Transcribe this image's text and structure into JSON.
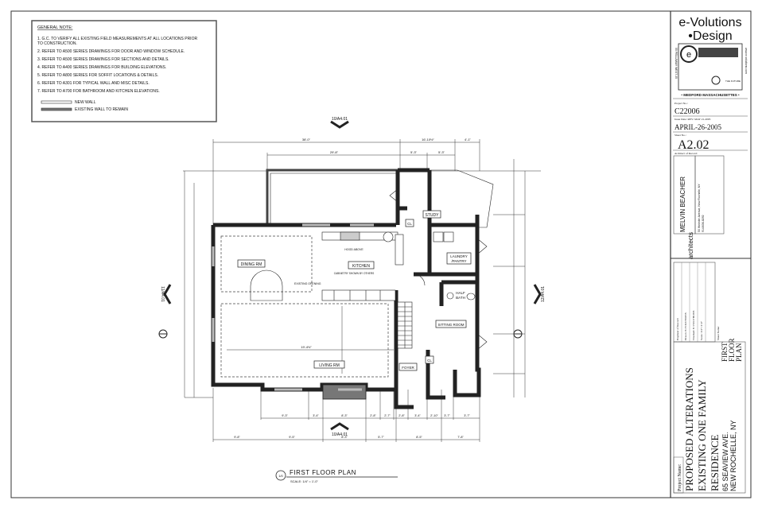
{
  "notes": {
    "title": "GENERAL NOTE:",
    "items": [
      "1. G.C. TO VERIFY ALL EXISTING FIELD MEASUREMENTS AT ALL LOCATIONS PRIOR",
      "TO CONSTRUCTION.",
      "2. REFER TO A500 SERIES DRAWINGS FOR DOOR AND WINDOW SCHEDULE.",
      "3. REFER TO A500 SERIES DRAWINGS FOR SECTIONS AND DETAILS.",
      "4. REFER TO A400 SERIES DRAWINGS FOR BUILDING ELEVATIONS.",
      "5. REFER TO A800 SERIES FOR SOFFIT LOCATIONS & DETAILS.",
      "6. REFER TO A301 FOR TYPICAL WALL AND MISC DETAILS.",
      "7. REFER TO A700 FOR BATHROOM AND KITCHEN ELEVATIONS."
    ],
    "legend_new": "NEW WALL",
    "legend_existing": "EXISTING WALL TO REMAIN"
  },
  "plan": {
    "rooms": {
      "dining": "DINING RM",
      "kitchen": "KITCHEN",
      "living": "LIVING RM",
      "study": "STUDY",
      "laundry1": "LAUNDRY",
      "laundry2": "/PANTRY",
      "halfbath1": "HALF",
      "halfbath2": "BATH",
      "sitting": "SITTING ROOM",
      "foyer": "FOYER",
      "cl1": "CL",
      "cl2": "CL"
    },
    "annotations": {
      "existing_opening": "EXISTING OPENING",
      "hood": "HOOD ABOVE",
      "cabinetry": "CABINETRY SHOWN BY OTHERS"
    },
    "sections": {
      "top": "10/A4.01",
      "bottom": "10/A4.01",
      "left": "11/A4.01",
      "right": "12/A4.01"
    },
    "dims_top": [
      "38'-0\"",
      "16'-10½\"",
      "4'-1\"",
      "29'-8\"",
      "5'-3\"",
      "5'-3\""
    ],
    "dims_bottom_1": [
      "9'-3\"",
      "3'-4\"",
      "8'-3\"",
      "2'-8\"",
      "2'-7\"",
      "2'-8\"",
      "3'-4\"",
      "2'-10\"",
      "3'-7\"",
      "3'-7\""
    ],
    "dims_bottom_2": [
      "9'-8\"",
      "9'-5\"",
      "8'-3\"",
      "5'-7\"",
      "8'-5\"",
      "7'-8\""
    ],
    "dims_living": "19'-4½\"",
    "plan_title": "FIRST FLOOR PLAN",
    "plan_number": "1/0",
    "scale": "SCALE: 1/4\" = 1'-0\""
  },
  "titleblock": {
    "firm_line1": "e-Volutions",
    "firm_line2": "•Design",
    "firm_address": "55 PELLAWAY WEST 25",
    "firm_web": "www.e-volutions.com",
    "firm_tag": "THE FUTURE",
    "firm_city": "• MEDFORD MASSACHUSETTES •",
    "project_no_label": "Project No.:",
    "project_no": "C22006",
    "issue_label": "Issue Date: REV: MAY 21-2005",
    "issue_date": "APRIL-26-2005",
    "sheet_no_label": "Sheet No.:",
    "sheet_no": "A2.02",
    "architect_label": "Architect of Record:",
    "architect_name": "MELVIN BEACHER",
    "architect_sub": "architects",
    "architect_address": "50 Webster Avenue, New Rochelle, NY",
    "architect_phone": "914/636-8292",
    "engineer_label": "Engineer of Record:",
    "drawn": "Drawn: E-VOLUTIONS",
    "checked": "Checked: E-VOLUTIONS",
    "scale": "Scale: 1/4\"=1'-0\"",
    "sheet_name_label": "Sheet Name:",
    "sheet_name_1": "FIRST",
    "sheet_name_2": "FLOOR",
    "sheet_name_3": "PLAN",
    "project_name_label": "Project Name:",
    "project_1": "PROPOSED ALTERATIONS",
    "project_2": "EXISTING ONE FAMILY",
    "project_3": "RESIDENCE",
    "project_4": "65 SEAVIEW AVE.",
    "project_5": "NEW ROCHELLE, NY"
  }
}
